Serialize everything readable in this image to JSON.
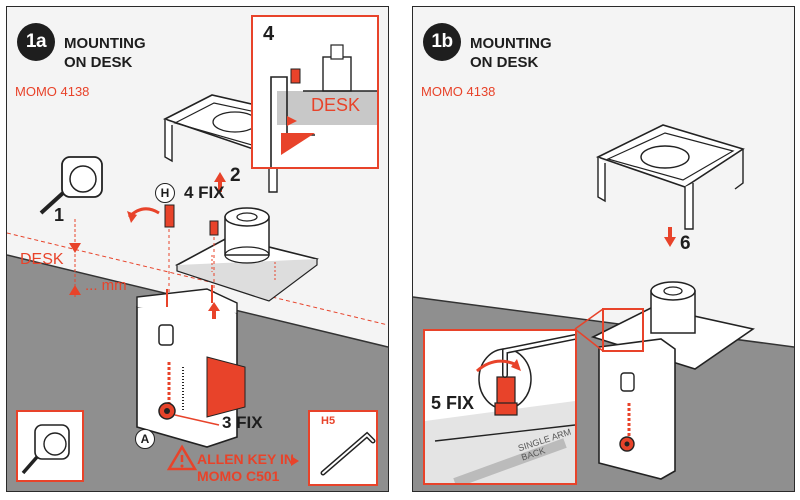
{
  "panel_a": {
    "step_badge": "1a",
    "title_line1": "MOUNTING",
    "title_line2": "ON DESK",
    "model": "MOMO 4138",
    "step1": "1",
    "desk_label": "DESK",
    "measure_label": "... mm",
    "step2": "2",
    "step3": "3 FIX",
    "step4": "4 FIX",
    "part_h": "H",
    "part_a": "A",
    "inset4_number": "4",
    "inset4_desk": "DESK",
    "inset_tool_label": "H5",
    "warning_line1": "ALLEN KEY IN",
    "warning_line2": "MOMO C501"
  },
  "panel_b": {
    "step_badge": "1b",
    "title_line1": "MOUNTING",
    "title_line2": "ON DESK",
    "model": "MOMO 4138",
    "step5": "5 FIX",
    "step6": "6",
    "plate_text_1": "SINGLE ARM",
    "plate_text_2": "BACK"
  },
  "colors": {
    "accent": "#e8432a",
    "ink": "#1e1e1e",
    "desk": "#8f8f8f"
  },
  "icons": [
    "tape-measure-icon",
    "allen-key-icon",
    "warning-icon",
    "rotate-arrow-icon"
  ]
}
